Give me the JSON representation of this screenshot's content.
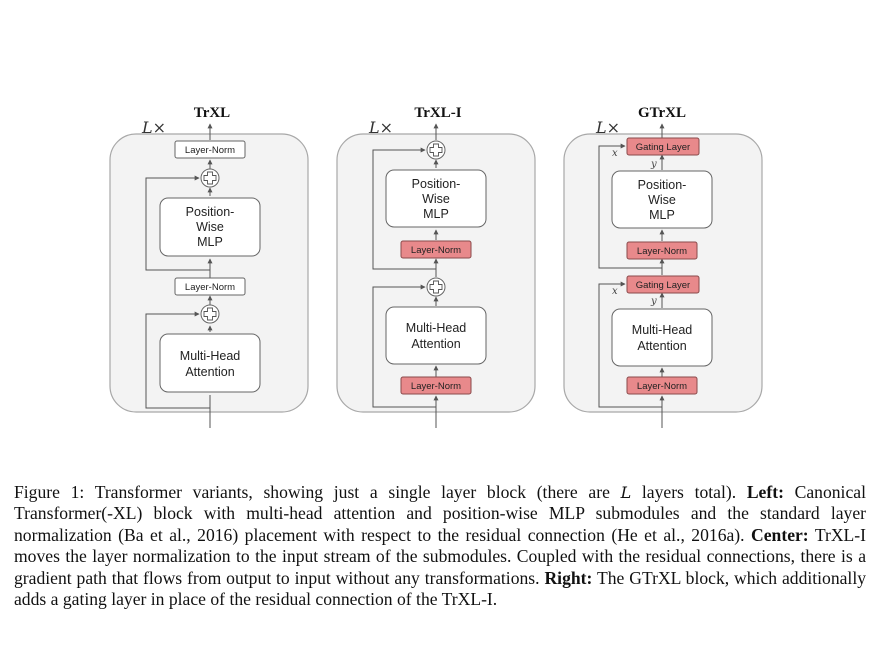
{
  "panels": [
    {
      "title": "TrXL",
      "repeat": "L×",
      "top_norm": "Layer-Norm",
      "mlp": [
        "Position-",
        "Wise",
        "MLP"
      ],
      "mid_norm": "Layer-Norm",
      "attention": [
        "Multi-Head",
        "Attention"
      ]
    },
    {
      "title": "TrXL-I",
      "repeat": "L×",
      "mlp": [
        "Position-",
        "Wise",
        "MLP"
      ],
      "mid_norm": "Layer-Norm",
      "attention": [
        "Multi-Head",
        "Attention"
      ],
      "bottom_norm": "Layer-Norm"
    },
    {
      "title": "GTrXL",
      "repeat": "L×",
      "top_gate": "Gating Layer",
      "gate_x": "x",
      "gate_y": "y",
      "mlp": [
        "Position-",
        "Wise",
        "MLP"
      ],
      "mid_norm": "Layer-Norm",
      "mid_gate": "Gating Layer",
      "attention": [
        "Multi-Head",
        "Attention"
      ],
      "bottom_norm": "Layer-Norm"
    }
  ],
  "caption": {
    "label": "Figure 1:",
    "intro": "Transformer variants, showing just a single layer block (there are",
    "l_symbol": "L",
    "intro_end": "layers total).",
    "left_label": "Left:",
    "left_text": "Canonical Transformer(-XL) block with multi-head attention and position-wise MLP submodules and the standard layer normalization (Ba et al., 2016) placement with respect to the residual connection (He et al., 2016a).",
    "center_label": "Center:",
    "center_text": "TrXL-I moves the layer normalization to the input stream of the submodules. Coupled with the residual connections, there is a gradient path that flows from output to input without any transformations.",
    "right_label": "Right:",
    "right_text": "The GTrXL block, which additionally adds a gating layer in place of the residual connection of the TrXL-I."
  }
}
